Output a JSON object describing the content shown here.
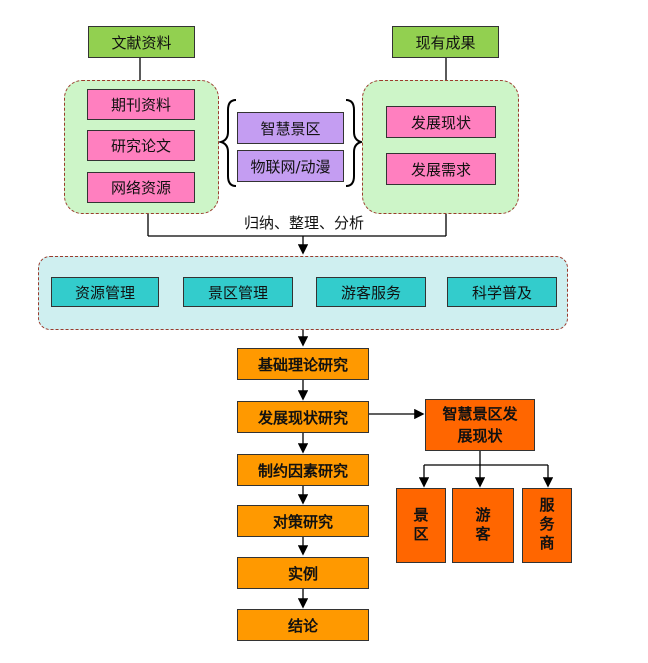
{
  "top": {
    "left_title": "文献资料",
    "right_title": "现有成果",
    "left_items": [
      "期刊资料",
      "研究论文",
      "网络资源"
    ],
    "middle_items": [
      "智慧景区",
      "物联网/动漫"
    ],
    "right_items": [
      "发展现状",
      "发展需求"
    ]
  },
  "merge_label": "归纳、整理、分析",
  "domains": [
    "资源管理",
    "景区管理",
    "游客服务",
    "科学普及"
  ],
  "steps": [
    "基础理论研究",
    "发展现状研究",
    "制约因素研究",
    "对策研究",
    "实例",
    "结论"
  ],
  "branch": {
    "title": "智慧景区发展现状",
    "children": [
      "景区",
      "游客",
      "服务商"
    ]
  }
}
